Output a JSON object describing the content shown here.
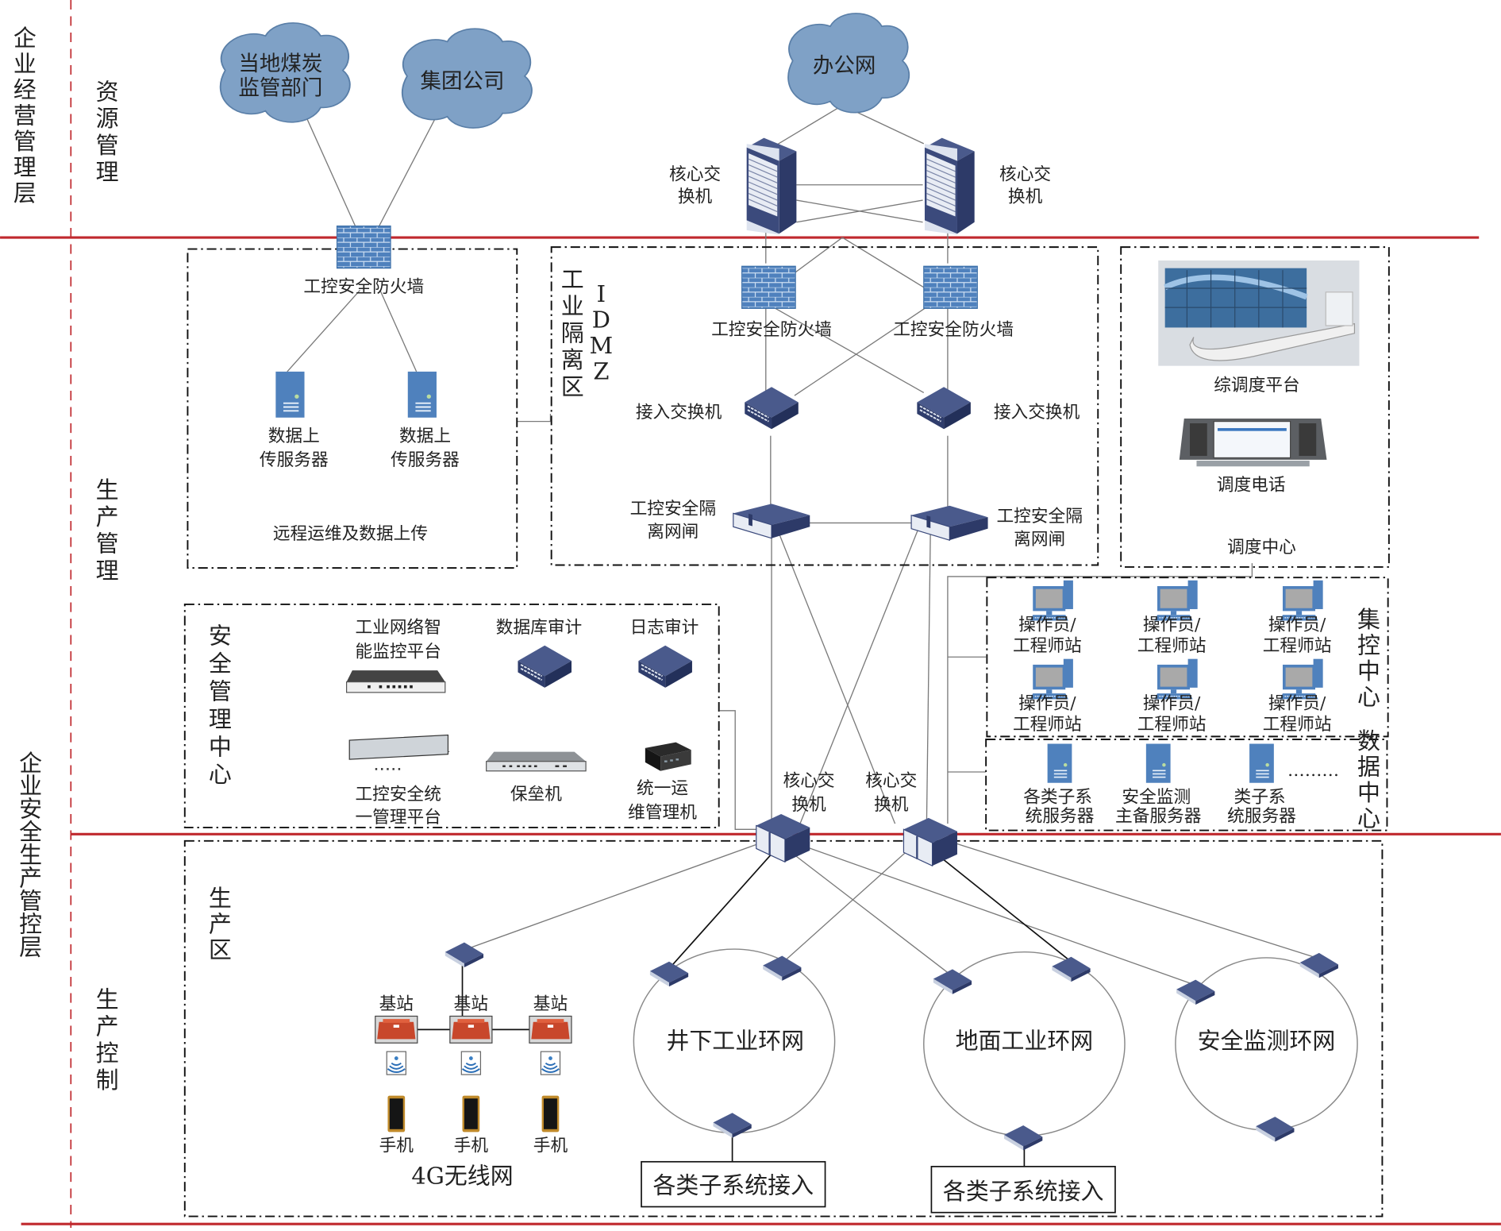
{
  "title": "煤矿工业网络安全架构图",
  "layers": {
    "top": "企业经营管理层",
    "bottom": "企业安全生产管控层"
  },
  "sublayers": {
    "resource": "资源管理",
    "production_mgmt": "生产管理",
    "production_ctrl": "生产控制"
  },
  "clouds": {
    "regulator": [
      "当地煤炭",
      "监管部门"
    ],
    "group": "集团公司",
    "office": "办公网"
  },
  "top_core": {
    "left": [
      "核心交",
      "换机"
    ],
    "right": [
      "核心交",
      "换机"
    ]
  },
  "remote_zone": {
    "firewall": "工控安全防火墙",
    "server_left": [
      "数据上",
      "传服务器"
    ],
    "server_right": [
      "数据上",
      "传服务器"
    ],
    "caption": "远程运维及数据上传"
  },
  "idmz_zone": {
    "title_cn": [
      "工",
      "业",
      "隔",
      "离",
      "区"
    ],
    "title_en": [
      "I",
      "D",
      "M",
      "Z"
    ],
    "fw_left": "工控安全防火墙",
    "fw_right": "工控安全防火墙",
    "sw_left": "接入交换机",
    "sw_right": "接入交换机",
    "gap_left": [
      "工控安全隔",
      "离网闸"
    ],
    "gap_right": [
      "工控安全隔",
      "离网闸"
    ]
  },
  "dispatch_zone": {
    "platform": "综调度平台",
    "phone": "调度电话",
    "caption": "调度中心"
  },
  "security_zone": {
    "title": [
      "安",
      "全",
      "管",
      "理",
      "中",
      "心"
    ],
    "monitor": [
      "工业网络智",
      "能监控平台"
    ],
    "db_audit": "数据库审计",
    "log_audit": "日志审计",
    "unified": [
      "工控安全统",
      "一管理平台"
    ],
    "bastion": "保垒机",
    "ops": [
      "统一运",
      "维管理机"
    ]
  },
  "control_center": {
    "title": [
      "集",
      "控",
      "中",
      "心"
    ],
    "stations": [
      [
        "操作员/",
        "工程师站"
      ],
      [
        "操作员/",
        "工程师站"
      ],
      [
        "操作员/",
        "工程师站"
      ],
      [
        "操作员/",
        "工程师站"
      ],
      [
        "操作员/",
        "工程师站"
      ],
      [
        "操作员/",
        "工程师站"
      ]
    ]
  },
  "data_center": {
    "title": [
      "数",
      "据",
      "中",
      "心"
    ],
    "servers": [
      [
        "各类子系",
        "统服务器"
      ],
      [
        "安全监测",
        "主备服务器"
      ],
      [
        "类子系",
        "统服务器"
      ]
    ],
    "ellipsis": "………"
  },
  "mid_core": {
    "left": [
      "核心交",
      "换机"
    ],
    "right": [
      "核心交",
      "换机"
    ]
  },
  "production_zone": {
    "title": [
      "生",
      "产",
      "区"
    ],
    "base_stations": [
      "基站",
      "基站",
      "基站"
    ],
    "phones": [
      "手机",
      "手机",
      "手机"
    ],
    "wireless_caption": "4G无线网",
    "rings": [
      "井下工业环网",
      "地面工业环网",
      "安全监测环网"
    ],
    "access_left": "各类子系统接入",
    "access_right": "各类子系统接入"
  },
  "colors": {
    "layer_line": "#c0282d",
    "cloud": "#7fa1c6",
    "device_blue": "#4a5a8c",
    "firewall": "#4f81bd",
    "server": "#4f81bd",
    "base_station": "#c8472b"
  }
}
